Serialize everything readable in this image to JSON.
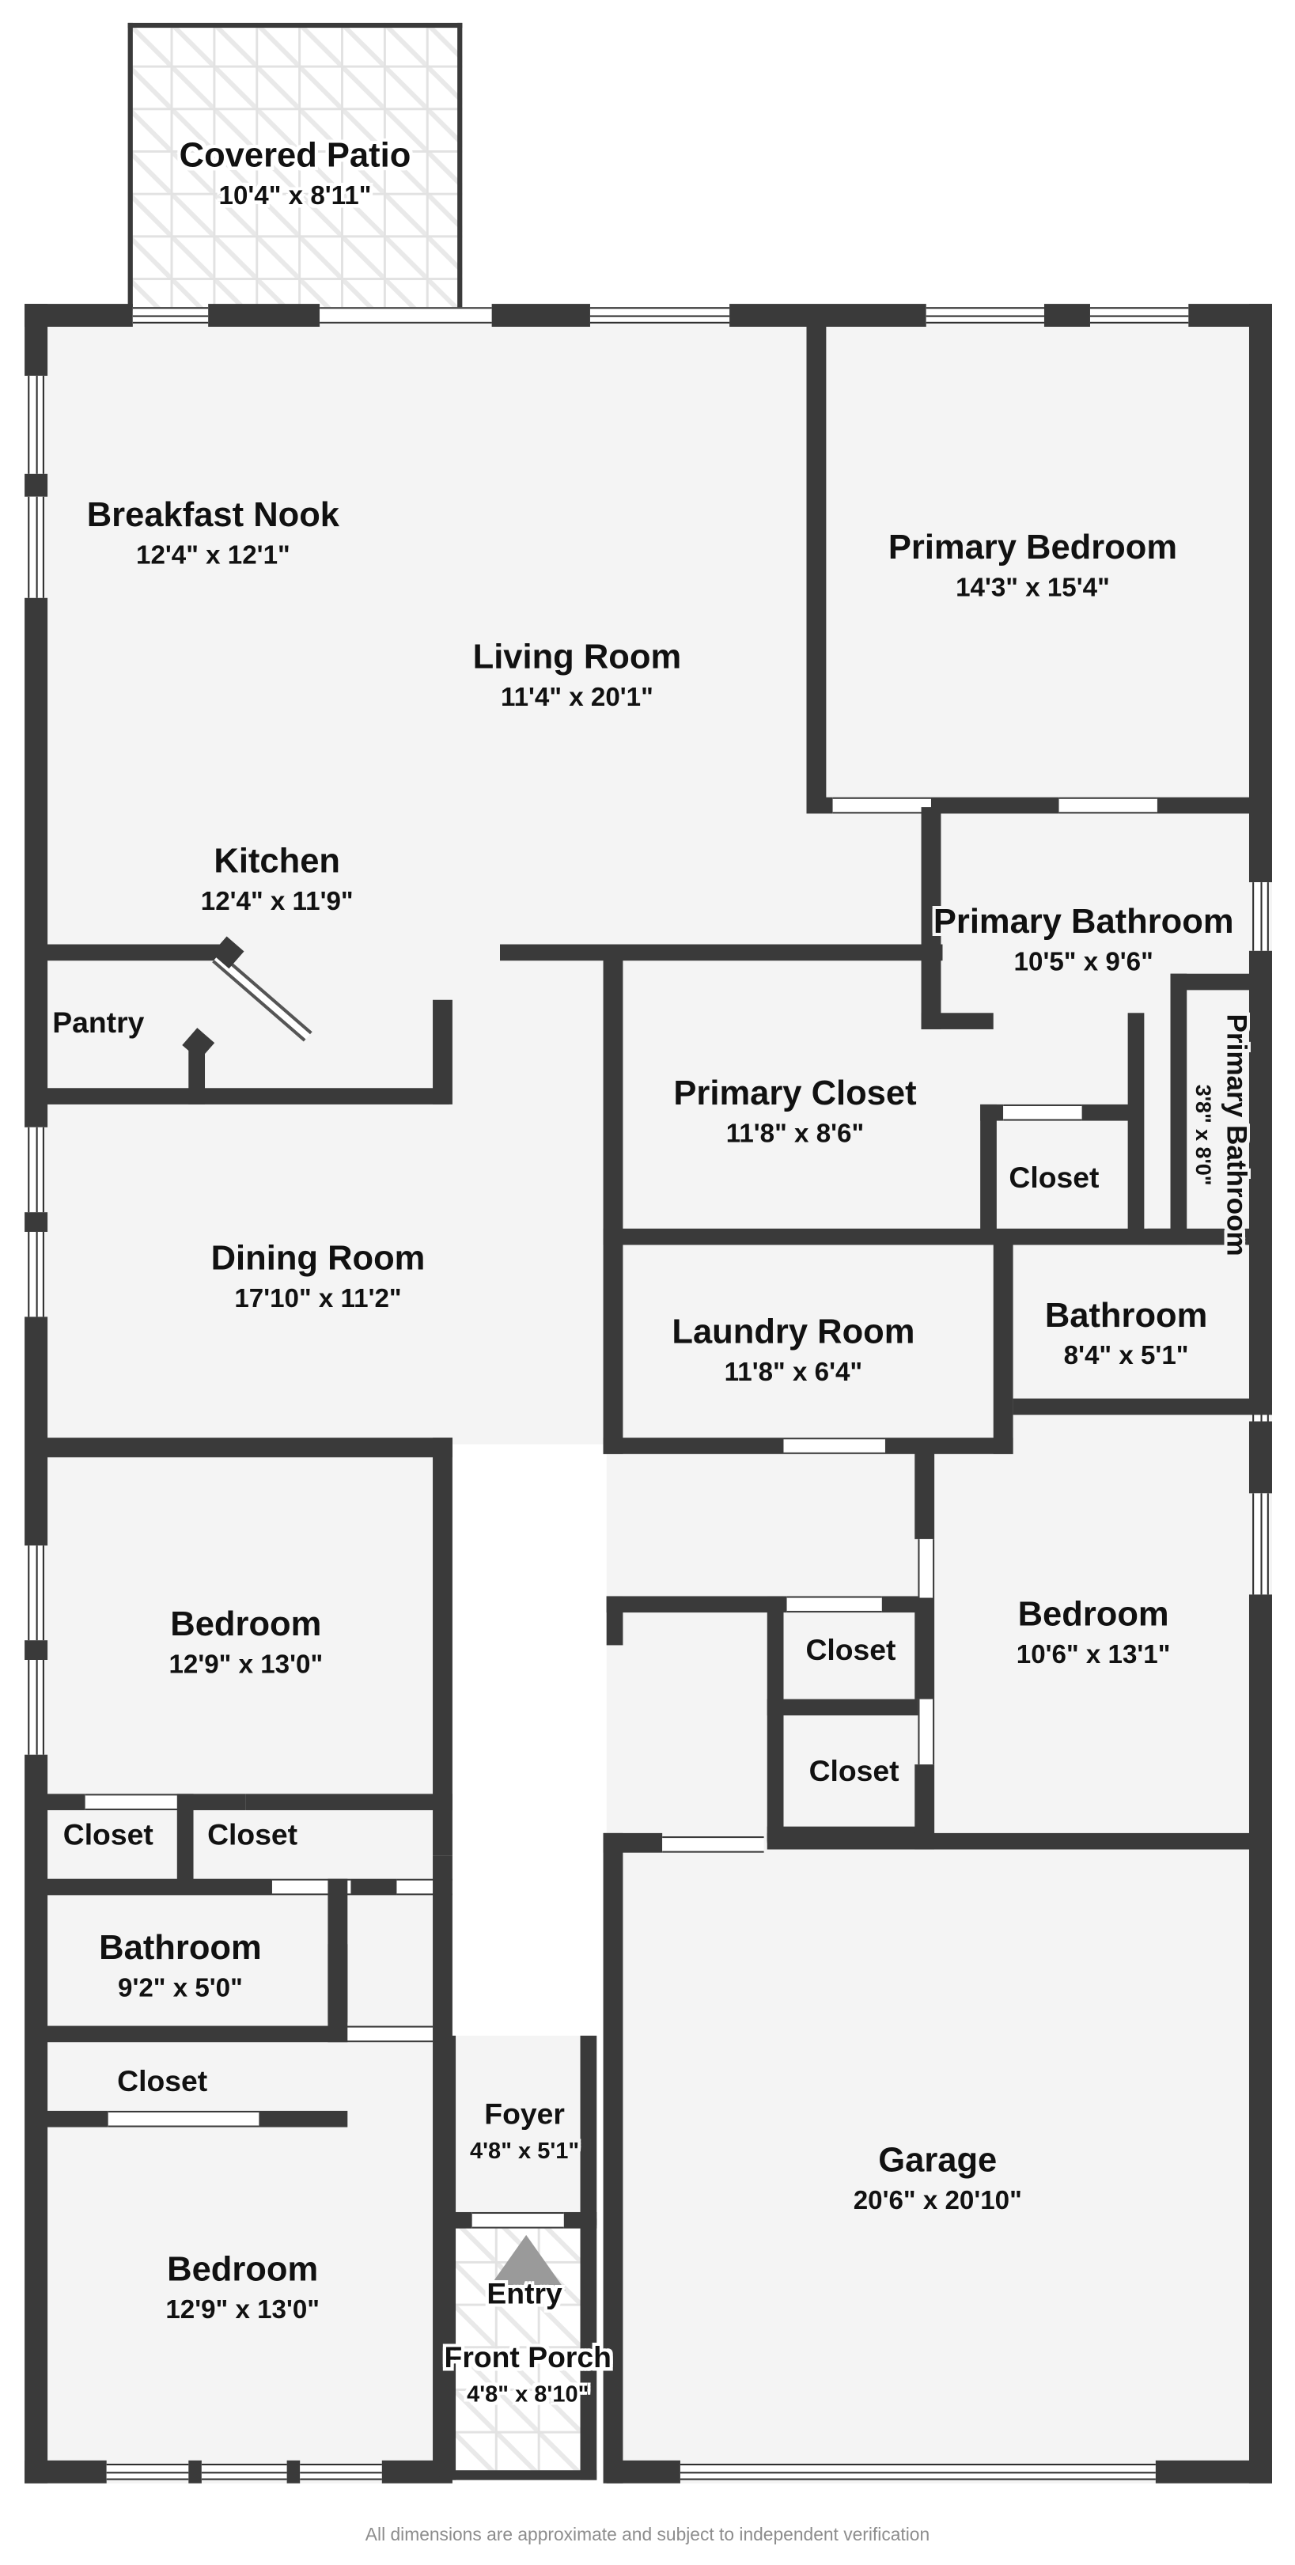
{
  "document": {
    "type": "floor-plan",
    "footer_note": "All dimensions are approximate and subject to independent verification",
    "colors": {
      "wall": "#3a3a3a",
      "floor": "#f4f4f4",
      "background": "#ffffff",
      "arrow": "#9a9a9a",
      "footer_text": "#8d8d8d"
    }
  },
  "rooms": [
    {
      "id": "covered-patio",
      "name": "Covered Patio",
      "dimensions": "10'4\" x 8'11\""
    },
    {
      "id": "breakfast-nook",
      "name": "Breakfast Nook",
      "dimensions": "12'4\" x 12'1\""
    },
    {
      "id": "living-room",
      "name": "Living Room",
      "dimensions": "11'4\" x 20'1\""
    },
    {
      "id": "primary-bedroom",
      "name": "Primary Bedroom",
      "dimensions": "14'3\" x 15'4\""
    },
    {
      "id": "kitchen",
      "name": "Kitchen",
      "dimensions": "12'4\" x 11'9\""
    },
    {
      "id": "pantry",
      "name": "Pantry",
      "dimensions": ""
    },
    {
      "id": "primary-bathroom",
      "name": "Primary Bathroom",
      "dimensions": "10'5\" x 9'6\""
    },
    {
      "id": "primary-bathroom-wc",
      "name": "Primary Bathroom",
      "dimensions": "3'8\" x 8'0\""
    },
    {
      "id": "primary-closet",
      "name": "Primary Closet",
      "dimensions": "11'8\" x 8'6\""
    },
    {
      "id": "closet-primary-bath",
      "name": "Closet",
      "dimensions": ""
    },
    {
      "id": "dining-room",
      "name": "Dining Room",
      "dimensions": "17'10\" x 11'2\""
    },
    {
      "id": "laundry-room",
      "name": "Laundry Room",
      "dimensions": "11'8\" x 6'4\""
    },
    {
      "id": "bathroom-hall",
      "name": "Bathroom",
      "dimensions": "8'4\" x 5'1\""
    },
    {
      "id": "bedroom-left-upper",
      "name": "Bedroom",
      "dimensions": "12'9\" x 13'0\""
    },
    {
      "id": "bedroom-right",
      "name": "Bedroom",
      "dimensions": "10'6\" x 13'1\""
    },
    {
      "id": "closet-left-a",
      "name": "Closet",
      "dimensions": ""
    },
    {
      "id": "closet-left-b",
      "name": "Closet",
      "dimensions": ""
    },
    {
      "id": "closet-mid-upper",
      "name": "Closet",
      "dimensions": ""
    },
    {
      "id": "closet-mid-lower",
      "name": "Closet",
      "dimensions": ""
    },
    {
      "id": "bathroom-left",
      "name": "Bathroom",
      "dimensions": "9'2\" x 5'0\""
    },
    {
      "id": "closet-left-hall",
      "name": "Closet",
      "dimensions": ""
    },
    {
      "id": "bedroom-left-lower",
      "name": "Bedroom",
      "dimensions": "12'9\" x 13'0\""
    },
    {
      "id": "foyer",
      "name": "Foyer",
      "dimensions": "4'8\" x 5'1\""
    },
    {
      "id": "entry",
      "name": "Entry",
      "dimensions": ""
    },
    {
      "id": "front-porch",
      "name": "Front Porch",
      "dimensions": "4'8\" x 8'10\""
    },
    {
      "id": "garage",
      "name": "Garage",
      "dimensions": "20'6\" x 20'10\""
    }
  ]
}
